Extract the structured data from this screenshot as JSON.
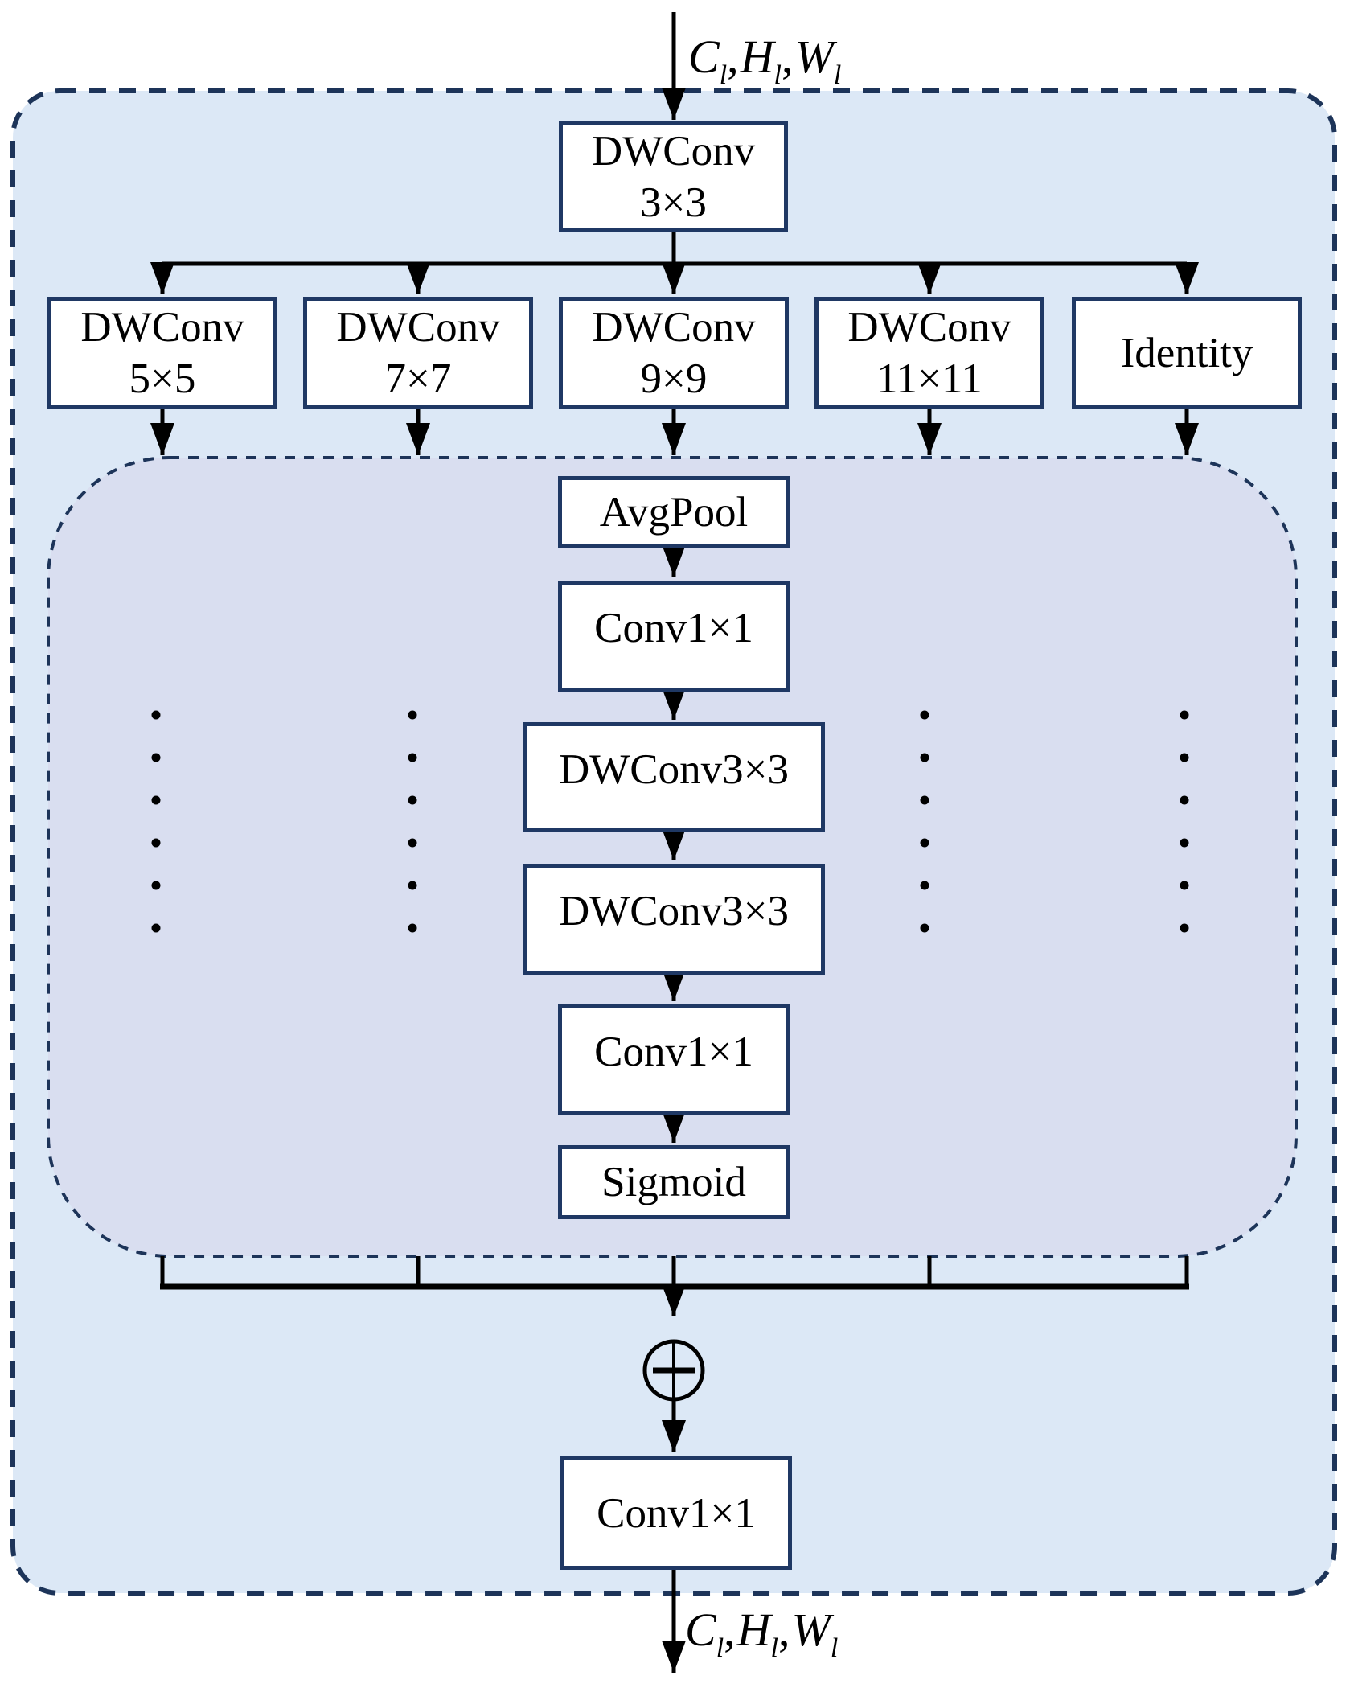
{
  "figure": {
    "input_label": {
      "c": "C",
      "h": "H",
      "w": "W",
      "sub": "l",
      "comma": ","
    },
    "output_label": {
      "c": "C",
      "h": "H",
      "w": "W",
      "sub": "l",
      "comma": ","
    },
    "top_box": {
      "line1": "DWConv",
      "line2": "3×3"
    },
    "branch_boxes": [
      {
        "line1": "DWConv",
        "line2": "5×5"
      },
      {
        "line1": "DWConv",
        "line2": "7×7"
      },
      {
        "line1": "DWConv",
        "line2": "9×9"
      },
      {
        "line1": "DWConv",
        "line2": "11×11"
      },
      {
        "line1": "Identity",
        "line2": ""
      }
    ],
    "inner_chain_boxes": [
      "AvgPool",
      "Conv1×1",
      "DWConv3×3",
      "DWConv3×3",
      "Conv1×1",
      "Sigmoid"
    ],
    "output_box": "Conv1×1",
    "add_operator": "⊕",
    "colors": {
      "outer_fill": "#dce8f6",
      "inner_fill": "#d9def0",
      "dash_border": "#1d3459",
      "box_border": "#1f3864",
      "line": "#000000"
    }
  }
}
